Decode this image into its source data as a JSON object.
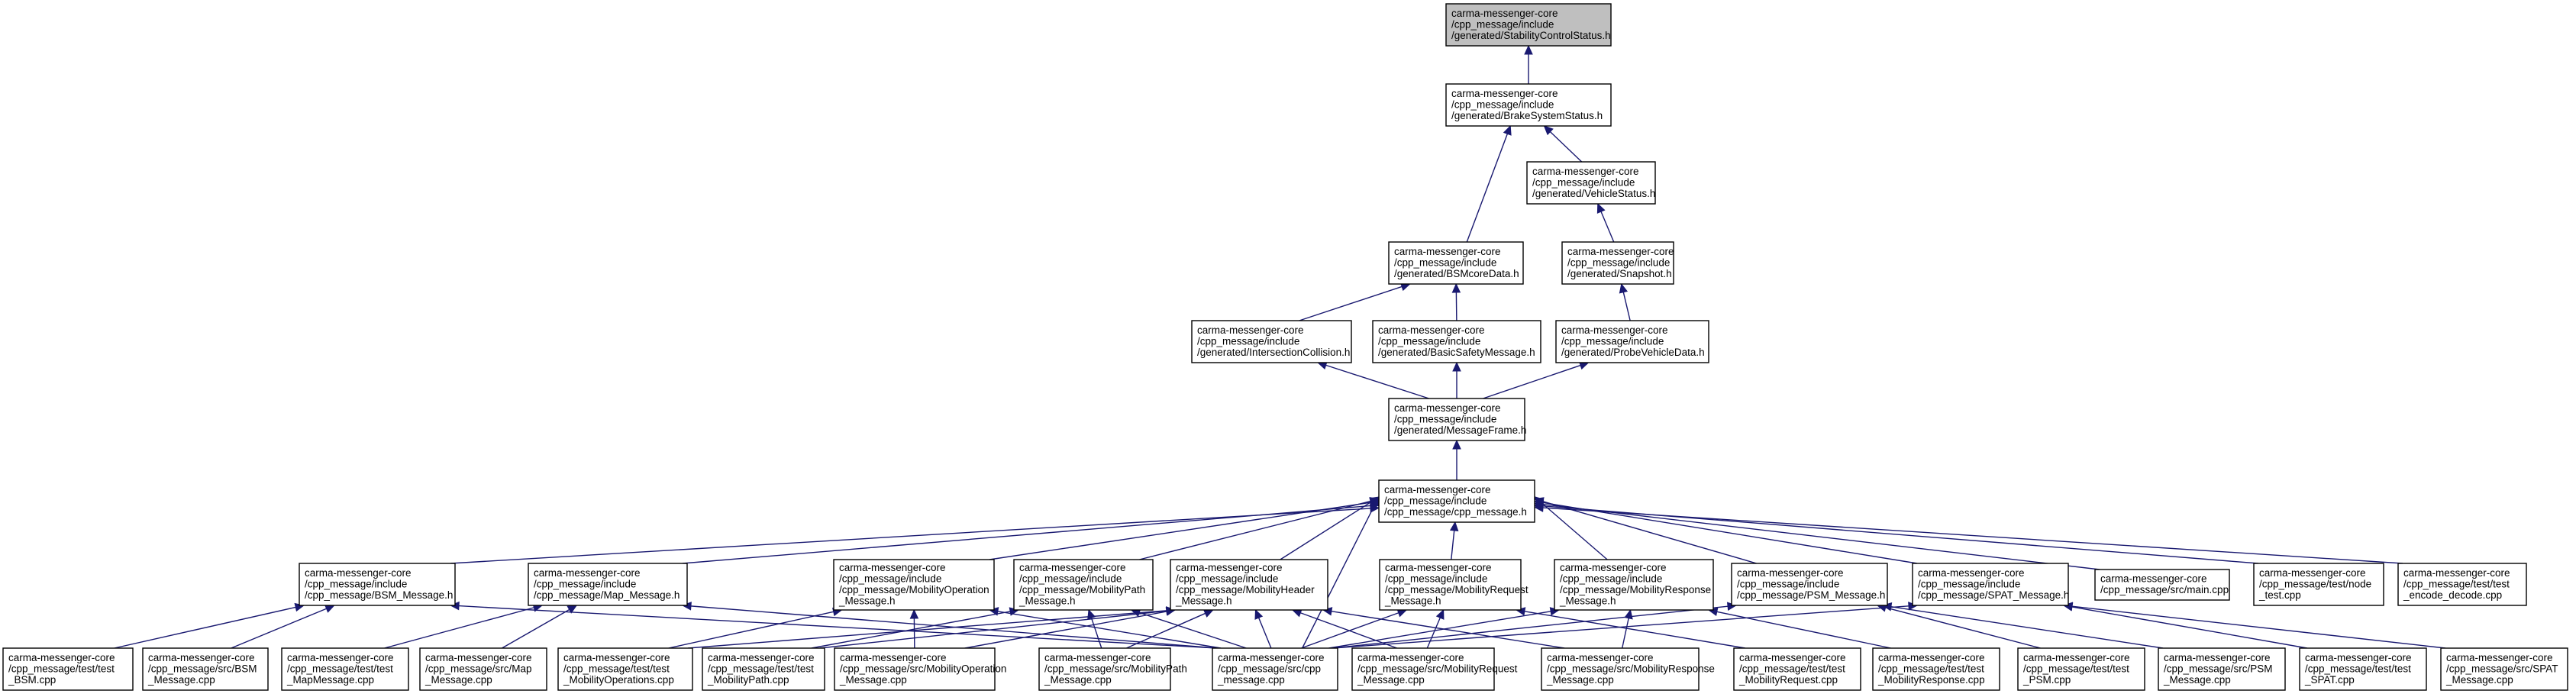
{
  "graph": {
    "nodes": [
      {
        "id": "n0",
        "root": true,
        "label": [
          "carma-messenger-core",
          "/cpp_message/include",
          "/generated/StabilityControlStatus.h"
        ]
      },
      {
        "id": "n1",
        "label": [
          "carma-messenger-core",
          "/cpp_message/include",
          "/generated/BrakeSystemStatus.h"
        ]
      },
      {
        "id": "n2",
        "label": [
          "carma-messenger-core",
          "/cpp_message/include",
          "/generated/VehicleStatus.h"
        ]
      },
      {
        "id": "n3",
        "label": [
          "carma-messenger-core",
          "/cpp_message/include",
          "/generated/BSMcoreData.h"
        ]
      },
      {
        "id": "n4",
        "label": [
          "carma-messenger-core",
          "/cpp_message/include",
          "/generated/Snapshot.h"
        ]
      },
      {
        "id": "n5",
        "label": [
          "carma-messenger-core",
          "/cpp_message/include",
          "/generated/IntersectionCollision.h"
        ]
      },
      {
        "id": "n6",
        "label": [
          "carma-messenger-core",
          "/cpp_message/include",
          "/generated/BasicSafetyMessage.h"
        ]
      },
      {
        "id": "n7",
        "label": [
          "carma-messenger-core",
          "/cpp_message/include",
          "/generated/ProbeVehicleData.h"
        ]
      },
      {
        "id": "n8",
        "label": [
          "carma-messenger-core",
          "/cpp_message/include",
          "/generated/MessageFrame.h"
        ]
      },
      {
        "id": "n9",
        "label": [
          "carma-messenger-core",
          "/cpp_message/include",
          "/cpp_message/cpp_message.h"
        ]
      },
      {
        "id": "n10",
        "label": [
          "carma-messenger-core",
          "/cpp_message/include",
          "/cpp_message/BSM_Message.h"
        ]
      },
      {
        "id": "n11",
        "label": [
          "carma-messenger-core",
          "/cpp_message/include",
          "/cpp_message/Map_Message.h"
        ]
      },
      {
        "id": "n12",
        "label": [
          "carma-messenger-core",
          "/cpp_message/include",
          "/cpp_message/MobilityOperation",
          "_Message.h"
        ]
      },
      {
        "id": "n13",
        "label": [
          "carma-messenger-core",
          "/cpp_message/include",
          "/cpp_message/MobilityPath",
          "_Message.h"
        ]
      },
      {
        "id": "n14",
        "label": [
          "carma-messenger-core",
          "/cpp_message/include",
          "/cpp_message/MobilityHeader",
          "_Message.h"
        ]
      },
      {
        "id": "n15",
        "label": [
          "carma-messenger-core",
          "/cpp_message/include",
          "/cpp_message/MobilityRequest",
          "_Message.h"
        ]
      },
      {
        "id": "n16",
        "label": [
          "carma-messenger-core",
          "/cpp_message/include",
          "/cpp_message/MobilityResponse",
          "_Message.h"
        ]
      },
      {
        "id": "n17",
        "label": [
          "carma-messenger-core",
          "/cpp_message/include",
          "/cpp_message/PSM_Message.h"
        ]
      },
      {
        "id": "n18",
        "label": [
          "carma-messenger-core",
          "/cpp_message/include",
          "/cpp_message/SPAT_Message.h"
        ]
      },
      {
        "id": "n19",
        "label": [
          "carma-messenger-core",
          "/cpp_message/src/main.cpp"
        ]
      },
      {
        "id": "n20",
        "label": [
          "carma-messenger-core",
          "/cpp_message/test/node",
          "_test.cpp"
        ]
      },
      {
        "id": "n21",
        "label": [
          "carma-messenger-core",
          "/cpp_message/test/test",
          "_encode_decode.cpp"
        ]
      },
      {
        "id": "n22",
        "label": [
          "carma-messenger-core",
          "/cpp_message/test/test",
          "_BSM.cpp"
        ]
      },
      {
        "id": "n23",
        "label": [
          "carma-messenger-core",
          "/cpp_message/src/BSM",
          "_Message.cpp"
        ]
      },
      {
        "id": "n24",
        "label": [
          "carma-messenger-core",
          "/cpp_message/test/test",
          "_MapMessage.cpp"
        ]
      },
      {
        "id": "n25",
        "label": [
          "carma-messenger-core",
          "/cpp_message/src/Map",
          "_Message.cpp"
        ]
      },
      {
        "id": "n26",
        "label": [
          "carma-messenger-core",
          "/cpp_message/test/test",
          "_MobilityOperations.cpp"
        ]
      },
      {
        "id": "n27",
        "label": [
          "carma-messenger-core",
          "/cpp_message/test/test",
          "_MobilityPath.cpp"
        ]
      },
      {
        "id": "n28",
        "label": [
          "carma-messenger-core",
          "/cpp_message/src/MobilityOperation",
          "_Message.cpp"
        ]
      },
      {
        "id": "n29",
        "label": [
          "carma-messenger-core",
          "/cpp_message/src/MobilityPath",
          "_Message.cpp"
        ]
      },
      {
        "id": "n30",
        "label": [
          "carma-messenger-core",
          "/cpp_message/src/cpp",
          "_message.cpp"
        ]
      },
      {
        "id": "n31",
        "label": [
          "carma-messenger-core",
          "/cpp_message/src/MobilityRequest",
          "_Message.cpp"
        ]
      },
      {
        "id": "n32",
        "label": [
          "carma-messenger-core",
          "/cpp_message/src/MobilityResponse",
          "_Message.cpp"
        ]
      },
      {
        "id": "n33",
        "label": [
          "carma-messenger-core",
          "/cpp_message/test/test",
          "_MobilityRequest.cpp"
        ]
      },
      {
        "id": "n34",
        "label": [
          "carma-messenger-core",
          "/cpp_message/test/test",
          "_MobilityResponse.cpp"
        ]
      },
      {
        "id": "n35",
        "label": [
          "carma-messenger-core",
          "/cpp_message/test/test",
          "_PSM.cpp"
        ]
      },
      {
        "id": "n36",
        "label": [
          "carma-messenger-core",
          "/cpp_message/src/PSM",
          "_Message.cpp"
        ]
      },
      {
        "id": "n37",
        "label": [
          "carma-messenger-core",
          "/cpp_message/test/test",
          "_SPAT.cpp"
        ]
      },
      {
        "id": "n38",
        "label": [
          "carma-messenger-core",
          "/cpp_message/src/SPAT",
          "_Message.cpp"
        ]
      }
    ],
    "edges": [
      [
        "n1",
        "n0"
      ],
      [
        "n2",
        "n1"
      ],
      [
        "n3",
        "n1"
      ],
      [
        "n4",
        "n2"
      ],
      [
        "n5",
        "n3"
      ],
      [
        "n6",
        "n3"
      ],
      [
        "n7",
        "n4"
      ],
      [
        "n8",
        "n5"
      ],
      [
        "n8",
        "n6"
      ],
      [
        "n8",
        "n7"
      ],
      [
        "n9",
        "n8"
      ],
      [
        "n10",
        "n9"
      ],
      [
        "n11",
        "n9"
      ],
      [
        "n12",
        "n9"
      ],
      [
        "n13",
        "n9"
      ],
      [
        "n14",
        "n9"
      ],
      [
        "n15",
        "n9"
      ],
      [
        "n16",
        "n9"
      ],
      [
        "n17",
        "n9"
      ],
      [
        "n18",
        "n9"
      ],
      [
        "n19",
        "n9"
      ],
      [
        "n20",
        "n9"
      ],
      [
        "n21",
        "n9"
      ],
      [
        "n30",
        "n9"
      ],
      [
        "n22",
        "n10"
      ],
      [
        "n23",
        "n10"
      ],
      [
        "n30",
        "n10"
      ],
      [
        "n24",
        "n11"
      ],
      [
        "n25",
        "n11"
      ],
      [
        "n30",
        "n11"
      ],
      [
        "n26",
        "n12"
      ],
      [
        "n28",
        "n12"
      ],
      [
        "n30",
        "n12"
      ],
      [
        "n27",
        "n13"
      ],
      [
        "n29",
        "n13"
      ],
      [
        "n30",
        "n13"
      ],
      [
        "n28",
        "n14"
      ],
      [
        "n29",
        "n14"
      ],
      [
        "n30",
        "n14"
      ],
      [
        "n31",
        "n14"
      ],
      [
        "n32",
        "n14"
      ],
      [
        "n26",
        "n14"
      ],
      [
        "n27",
        "n14"
      ],
      [
        "n31",
        "n15"
      ],
      [
        "n33",
        "n15"
      ],
      [
        "n30",
        "n15"
      ],
      [
        "n32",
        "n16"
      ],
      [
        "n34",
        "n16"
      ],
      [
        "n30",
        "n16"
      ],
      [
        "n35",
        "n17"
      ],
      [
        "n36",
        "n17"
      ],
      [
        "n30",
        "n17"
      ],
      [
        "n37",
        "n18"
      ],
      [
        "n38",
        "n18"
      ],
      [
        "n30",
        "n18"
      ]
    ]
  }
}
